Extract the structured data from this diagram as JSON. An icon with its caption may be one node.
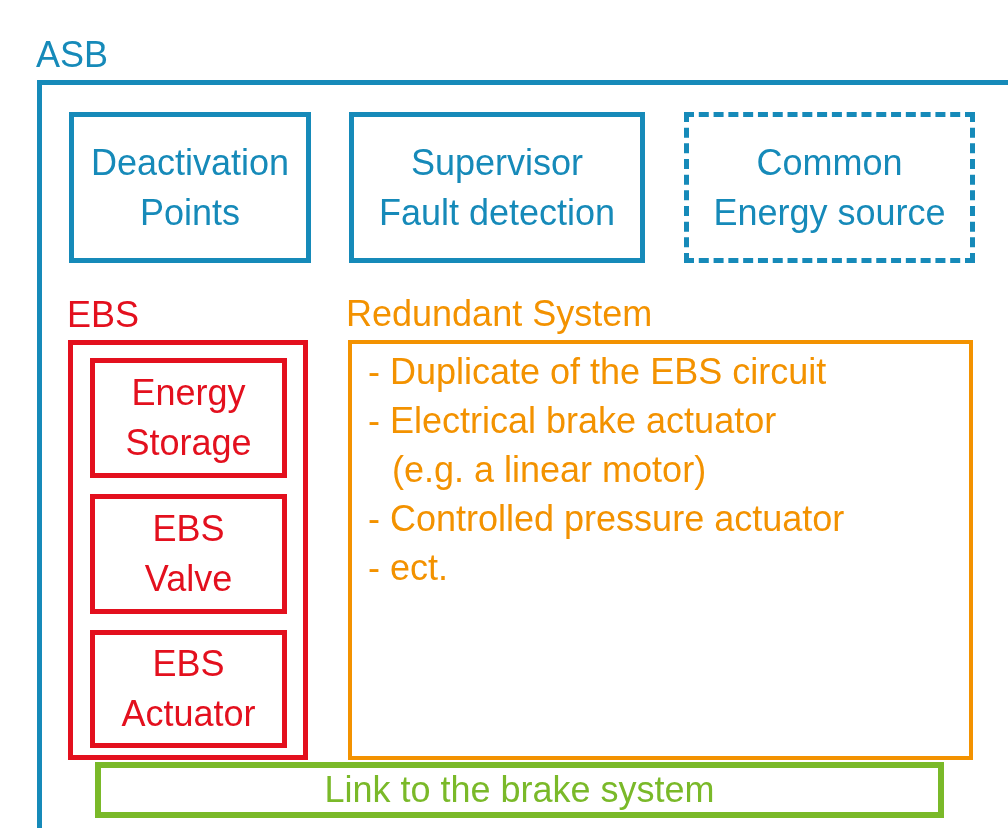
{
  "diagram": {
    "nodes": [
      {
        "text": [
          "ASB"
        ]
      },
      {
        "text": [
          "Deactivation Points"
        ],
        "in": 0
      },
      {
        "text": [
          "Supervisor Fault detection"
        ],
        "in": 0
      },
      {
        "text": [
          "Common Energy source"
        ],
        "in": 0
      },
      {
        "text": [
          "EBS"
        ],
        "in": 0
      },
      {
        "text": [
          "Energy Storage"
        ],
        "in": 4
      },
      {
        "text": [
          "EBS Valve"
        ],
        "in": 4
      },
      {
        "text": [
          "EBS Actuator"
        ],
        "in": 4
      },
      {
        "text": [
          "Redundant System",
          "- Duplicate of the EBS circuit",
          "- Electrical brake actuator (e.g. a linear motor)",
          "- Controlled pressure actuator",
          "- ect."
        ],
        "in": 0
      },
      {
        "text": [
          "Link to the brake system"
        ],
        "in": 0
      }
    ]
  }
}
